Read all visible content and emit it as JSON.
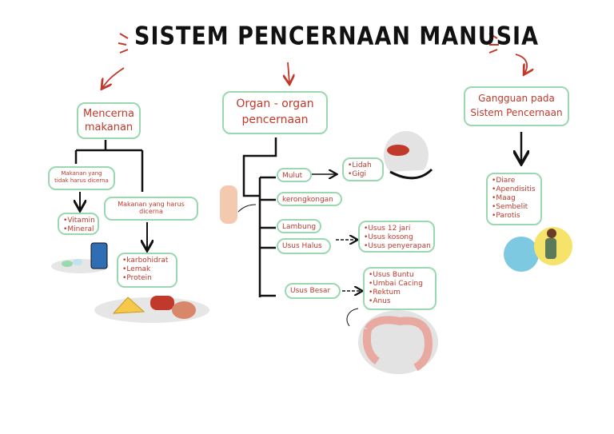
{
  "title": "SISTEM PENCERNAAN MANUSIA",
  "left": {
    "heading": "Mencerna makanan",
    "branch_a": "Makanan yang tidak harus dicerna",
    "branch_a_items": [
      "Vitamin",
      "Mineral"
    ],
    "branch_b": "Makanan yang harus dicerna",
    "branch_b_items": [
      "karbohidrat",
      "Lemak",
      "Protein"
    ]
  },
  "middle": {
    "heading": "Organ - organ pencernaan",
    "organs": {
      "mulut": "Mulut",
      "kerongkongan": "kerongkongan",
      "lambung": "Lambung",
      "usus_halus": "Usus Halus",
      "usus_besar": "Usus Besar"
    },
    "mulut_items": [
      "Lidah",
      "Gigi"
    ],
    "usus_halus_items": [
      "Usus 12 jari",
      "Usus kosong",
      "Usus penyerapan"
    ],
    "usus_besar_items": [
      "Usus Buntu",
      "Umbai Cacing",
      "Rektum",
      "Anus"
    ]
  },
  "right": {
    "heading": "Gangguan pada Sistem Pencernaan",
    "items": [
      "Diare",
      "Apendisitis",
      "Maag",
      "Sembelit",
      "Parotis"
    ]
  },
  "colors": {
    "accent": "#c0392b",
    "border": "#9ad8b0",
    "ink": "#111111"
  }
}
